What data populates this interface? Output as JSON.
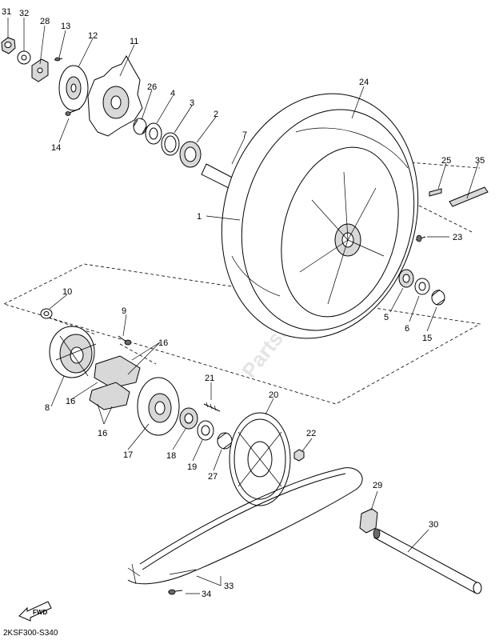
{
  "diagram": {
    "document_code": "2KSF300-S340",
    "watermark": "PartsRepublik",
    "fwd_label": "FWD",
    "callouts": [
      "31",
      "32",
      "28",
      "13",
      "12",
      "11",
      "26",
      "4",
      "3",
      "2",
      "7",
      "24",
      "14",
      "25",
      "35",
      "23",
      "1",
      "5",
      "6",
      "15",
      "10",
      "9",
      "16",
      "8",
      "16",
      "16",
      "17",
      "21",
      "20",
      "22",
      "18",
      "19",
      "27",
      "29",
      "30",
      "33",
      "34"
    ]
  }
}
